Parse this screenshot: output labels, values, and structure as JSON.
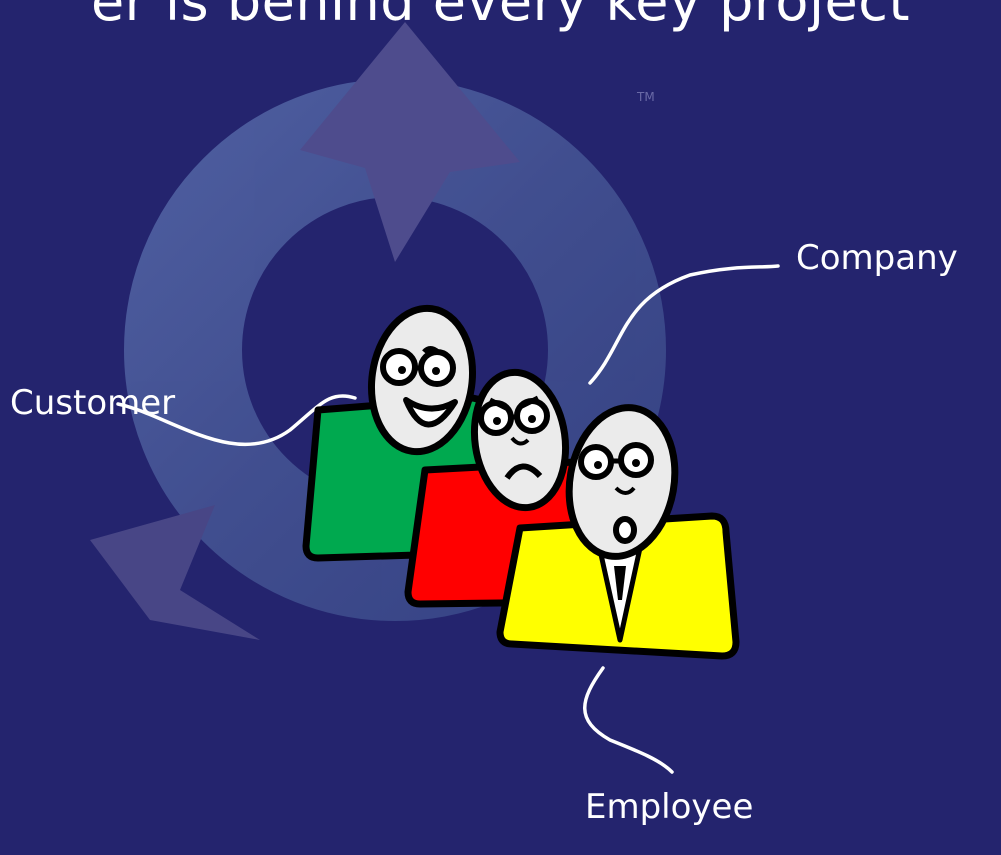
{
  "slide": {
    "title": "er is behind every key project",
    "trademark": "TM",
    "labels": {
      "company": "Company",
      "customer": "Customer",
      "employee": "Employee"
    }
  },
  "figures": [
    {
      "role": "customer",
      "shirt_color": "#00a94f",
      "expression": "smiling"
    },
    {
      "role": "company",
      "shirt_color": "#ff0000",
      "expression": "frowning"
    },
    {
      "role": "employee",
      "shirt_color": "#ffff00",
      "expression": "surprised"
    }
  ],
  "colors": {
    "background": "#24246e",
    "cycle_arrow": "#4e5f9c",
    "text": "#ffffff"
  },
  "icons": {
    "background": "circular-arrow-icon"
  }
}
